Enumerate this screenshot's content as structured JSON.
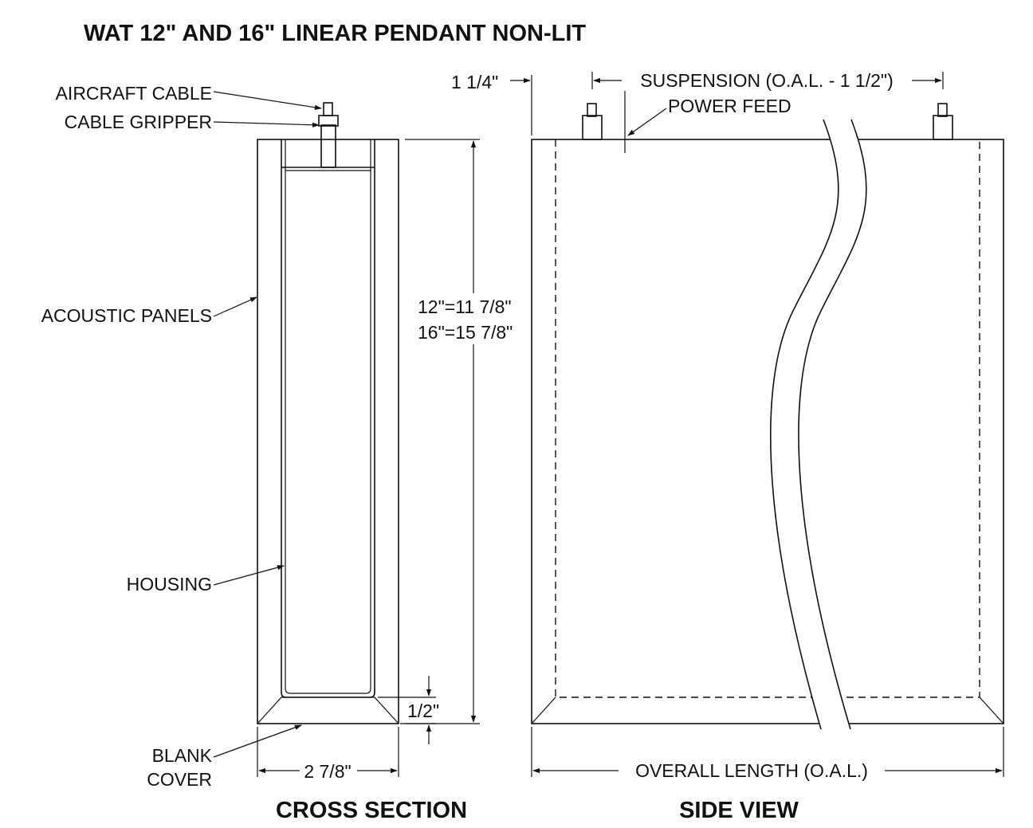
{
  "title": "WAT 12\" AND 16\" LINEAR PENDANT NON-LIT",
  "cross_section": {
    "heading": "CROSS SECTION",
    "labels": {
      "aircraft_cable": "AIRCRAFT CABLE",
      "cable_gripper": "CABLE GRIPPER",
      "acoustic_panels": "ACOUSTIC PANELS",
      "housing": "HOUSING",
      "blank_cover_line1": "BLANK",
      "blank_cover_line2": "COVER"
    },
    "dimensions": {
      "height_12": "12\"=11 7/8\"",
      "height_16": "16\"=15 7/8\"",
      "cover_offset": "1/2\"",
      "width": "2 7/8\""
    }
  },
  "side_view": {
    "heading": "SIDE VIEW",
    "labels": {
      "power_feed": "POWER FEED"
    },
    "dimensions": {
      "end_offset": "1 1/4\"",
      "suspension": "SUSPENSION (O.A.L. - 1 1/2\")",
      "overall_length": "OVERALL LENGTH (O.A.L.)"
    }
  }
}
